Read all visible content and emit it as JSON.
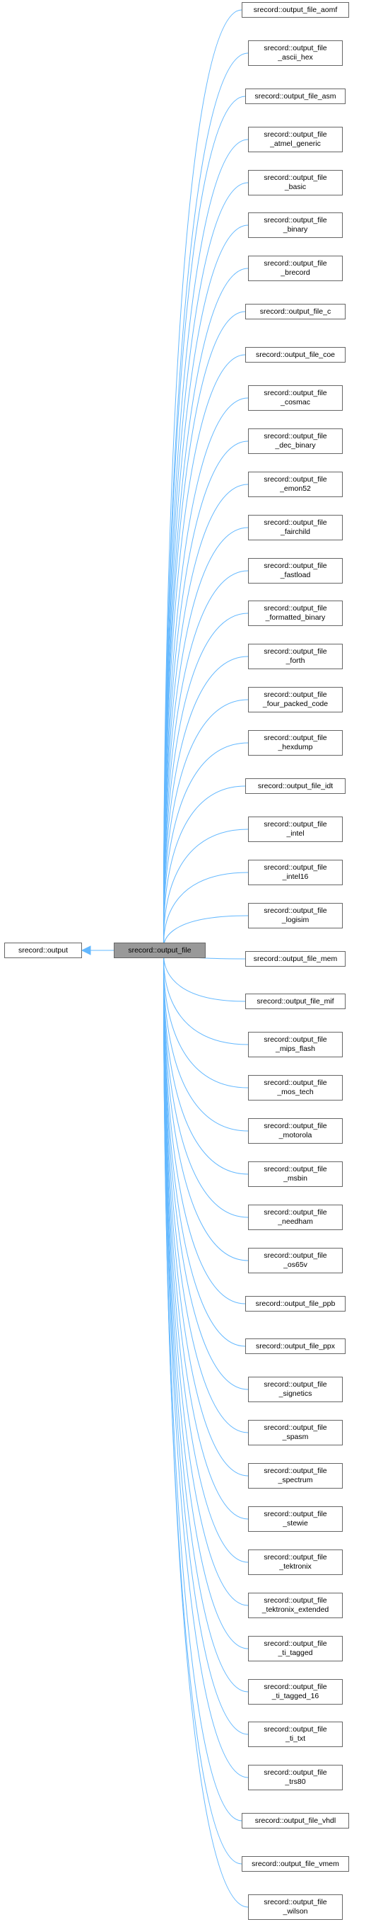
{
  "colors": {
    "edge": "#63b8ff",
    "node_border": "#666666",
    "current_fill": "#999999"
  },
  "base": {
    "label": "srecord::output"
  },
  "current": {
    "label": "srecord::output_file"
  },
  "children": [
    {
      "lines": [
        "srecord::output_file_aomf"
      ]
    },
    {
      "lines": [
        "srecord::output_file",
        "_ascii_hex"
      ]
    },
    {
      "lines": [
        "srecord::output_file_asm"
      ]
    },
    {
      "lines": [
        "srecord::output_file",
        "_atmel_generic"
      ]
    },
    {
      "lines": [
        "srecord::output_file",
        "_basic"
      ]
    },
    {
      "lines": [
        "srecord::output_file",
        "_binary"
      ]
    },
    {
      "lines": [
        "srecord::output_file",
        "_brecord"
      ]
    },
    {
      "lines": [
        "srecord::output_file_c"
      ]
    },
    {
      "lines": [
        "srecord::output_file_coe"
      ]
    },
    {
      "lines": [
        "srecord::output_file",
        "_cosmac"
      ]
    },
    {
      "lines": [
        "srecord::output_file",
        "_dec_binary"
      ]
    },
    {
      "lines": [
        "srecord::output_file",
        "_emon52"
      ]
    },
    {
      "lines": [
        "srecord::output_file",
        "_fairchild"
      ]
    },
    {
      "lines": [
        "srecord::output_file",
        "_fastload"
      ]
    },
    {
      "lines": [
        "srecord::output_file",
        "_formatted_binary"
      ]
    },
    {
      "lines": [
        "srecord::output_file",
        "_forth"
      ]
    },
    {
      "lines": [
        "srecord::output_file",
        "_four_packed_code"
      ]
    },
    {
      "lines": [
        "srecord::output_file",
        "_hexdump"
      ]
    },
    {
      "lines": [
        "srecord::output_file_idt"
      ]
    },
    {
      "lines": [
        "srecord::output_file",
        "_intel"
      ]
    },
    {
      "lines": [
        "srecord::output_file",
        "_intel16"
      ]
    },
    {
      "lines": [
        "srecord::output_file",
        "_logisim"
      ]
    },
    {
      "lines": [
        "srecord::output_file_mem"
      ]
    },
    {
      "lines": [
        "srecord::output_file_mif"
      ]
    },
    {
      "lines": [
        "srecord::output_file",
        "_mips_flash"
      ]
    },
    {
      "lines": [
        "srecord::output_file",
        "_mos_tech"
      ]
    },
    {
      "lines": [
        "srecord::output_file",
        "_motorola"
      ]
    },
    {
      "lines": [
        "srecord::output_file",
        "_msbin"
      ]
    },
    {
      "lines": [
        "srecord::output_file",
        "_needham"
      ]
    },
    {
      "lines": [
        "srecord::output_file",
        "_os65v"
      ]
    },
    {
      "lines": [
        "srecord::output_file_ppb"
      ]
    },
    {
      "lines": [
        "srecord::output_file_ppx"
      ]
    },
    {
      "lines": [
        "srecord::output_file",
        "_signetics"
      ]
    },
    {
      "lines": [
        "srecord::output_file",
        "_spasm"
      ]
    },
    {
      "lines": [
        "srecord::output_file",
        "_spectrum"
      ]
    },
    {
      "lines": [
        "srecord::output_file",
        "_stewie"
      ]
    },
    {
      "lines": [
        "srecord::output_file",
        "_tektronix"
      ]
    },
    {
      "lines": [
        "srecord::output_file",
        "_tektronix_extended"
      ]
    },
    {
      "lines": [
        "srecord::output_file",
        "_ti_tagged"
      ]
    },
    {
      "lines": [
        "srecord::output_file",
        "_ti_tagged_16"
      ]
    },
    {
      "lines": [
        "srecord::output_file",
        "_ti_txt"
      ]
    },
    {
      "lines": [
        "srecord::output_file",
        "_trs80"
      ]
    },
    {
      "lines": [
        "srecord::output_file_vhdl"
      ]
    },
    {
      "lines": [
        "srecord::output_file_vmem"
      ]
    },
    {
      "lines": [
        "srecord::output_file",
        "_wilson"
      ]
    }
  ]
}
